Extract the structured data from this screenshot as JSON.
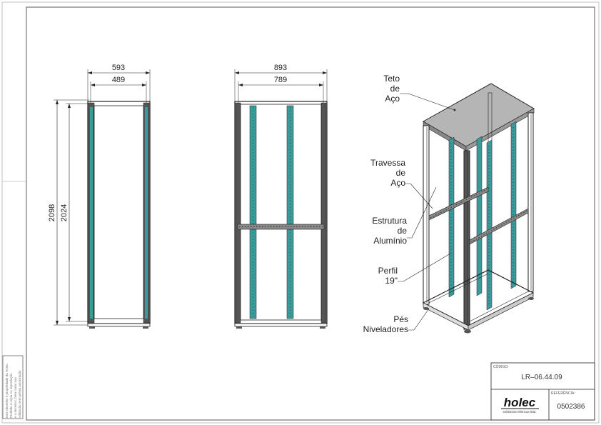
{
  "dimensions": {
    "front_outer_width": "593",
    "front_inner_width": "489",
    "side_outer_width": "893",
    "side_inner_width": "789",
    "total_height": "2098",
    "inner_height": "2024"
  },
  "callouts": {
    "teto": [
      "Teto",
      "de",
      "Aço"
    ],
    "travessa": [
      "Travessa",
      "de",
      "Aço"
    ],
    "estrutura": [
      "Estrutura",
      "de",
      "Alumínio"
    ],
    "perfil": [
      "Perfil",
      "19\""
    ],
    "pes": [
      "Pés",
      "Niveladores"
    ]
  },
  "title_block": {
    "codigo_label": "CÓDIGO:",
    "codigo_value": "LR–06.44.09",
    "referencia_label": "REFERÊNCIA:",
    "referencia_value": "0502386",
    "brand": "holec",
    "brand_sub": "indústrias elétricas ltda.",
    "legal_lines": [
      "Este desenho é propriedade da Holec.",
      "Proibida a cópia ou reprodução",
      "e a terceiros, bem como sua",
      "utilização sem prévia autorização"
    ]
  },
  "colors": {
    "line": "#222222",
    "rail_teal": "#3a9c9a",
    "roof_gray": "#b5b5b5"
  }
}
